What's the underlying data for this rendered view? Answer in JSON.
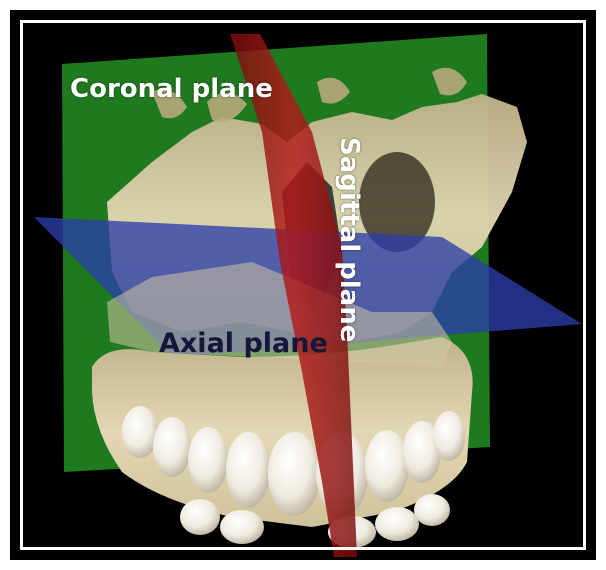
{
  "image": {
    "labels": {
      "coronal": "Coronal plane",
      "sagittal": "Sagittal plane",
      "axial": "Axial plane"
    },
    "colors": {
      "coronal_plane": "#1f7a1f",
      "sagittal_plane": "#a31616",
      "axial_plane": "#2b3ea8",
      "bone": "#d8cda5",
      "background": "#000000",
      "frame": "#ffffff"
    }
  }
}
